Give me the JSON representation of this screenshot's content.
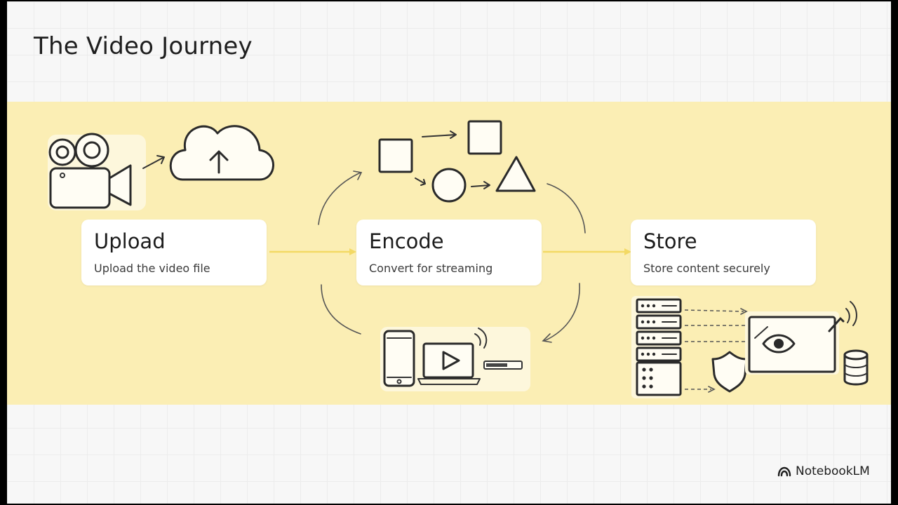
{
  "slide": {
    "title": "The Video Journey"
  },
  "steps": [
    {
      "title": "Upload",
      "description": "Upload the video file"
    },
    {
      "title": "Encode",
      "description": "Convert for streaming"
    },
    {
      "title": "Store",
      "description": "Store content securely"
    }
  ],
  "illustrations": [
    "video-camera-icon",
    "cloud-upload-icon",
    "square-icon",
    "circle-icon",
    "triangle-icon",
    "smartphone-icon",
    "laptop-play-icon",
    "progress-bar-icon",
    "server-rack-icon",
    "shield-icon",
    "monitor-eye-icon",
    "database-icon"
  ],
  "brand": {
    "label": "NotebookLM",
    "icon": "notebooklm-logo-icon"
  },
  "colors": {
    "band": "#fbeeb4",
    "flow_line": "#f3d964",
    "card": "#ffffff",
    "text": "#1d1d1d"
  }
}
